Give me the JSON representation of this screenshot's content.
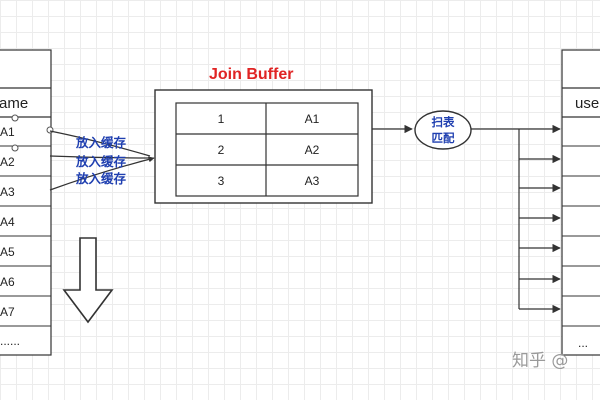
{
  "join_buffer": {
    "title": "Join Buffer",
    "rows": [
      {
        "id": "1",
        "name": "A1"
      },
      {
        "id": "2",
        "name": "A2"
      },
      {
        "id": "3",
        "name": "A3"
      }
    ]
  },
  "left_table": {
    "header": "ame",
    "rows": [
      "A1",
      "A2",
      "A3",
      "A4",
      "A5",
      "A6",
      "A7",
      "......"
    ]
  },
  "buffer_notes": [
    "放入缓存",
    "放入缓存",
    "放入缓存"
  ],
  "scan_match": [
    "扫表",
    "匹配"
  ],
  "right_table": {
    "header": "use",
    "footer": "..."
  },
  "watermark": "知乎 @",
  "colors": {
    "title_red": "#e02424",
    "note_blue": "#1f3fb0",
    "line": "#333333"
  }
}
